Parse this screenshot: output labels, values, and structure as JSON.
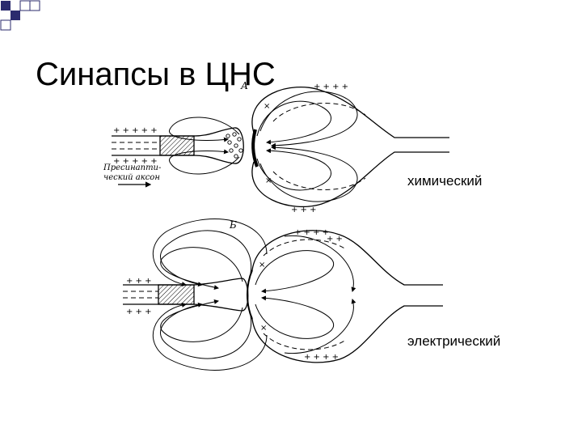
{
  "slide": {
    "title": "Синапсы в ЦНС",
    "accent": "#2b2b6e"
  },
  "figure": {
    "panel_a": {
      "letter": "А",
      "axon_caption_line1": "Пресинапти-",
      "axon_caption_line2": "ческий аксон"
    },
    "panel_b": {
      "letter": "Б"
    }
  },
  "labels": {
    "chemical": "химический",
    "electrical": "электрический"
  }
}
